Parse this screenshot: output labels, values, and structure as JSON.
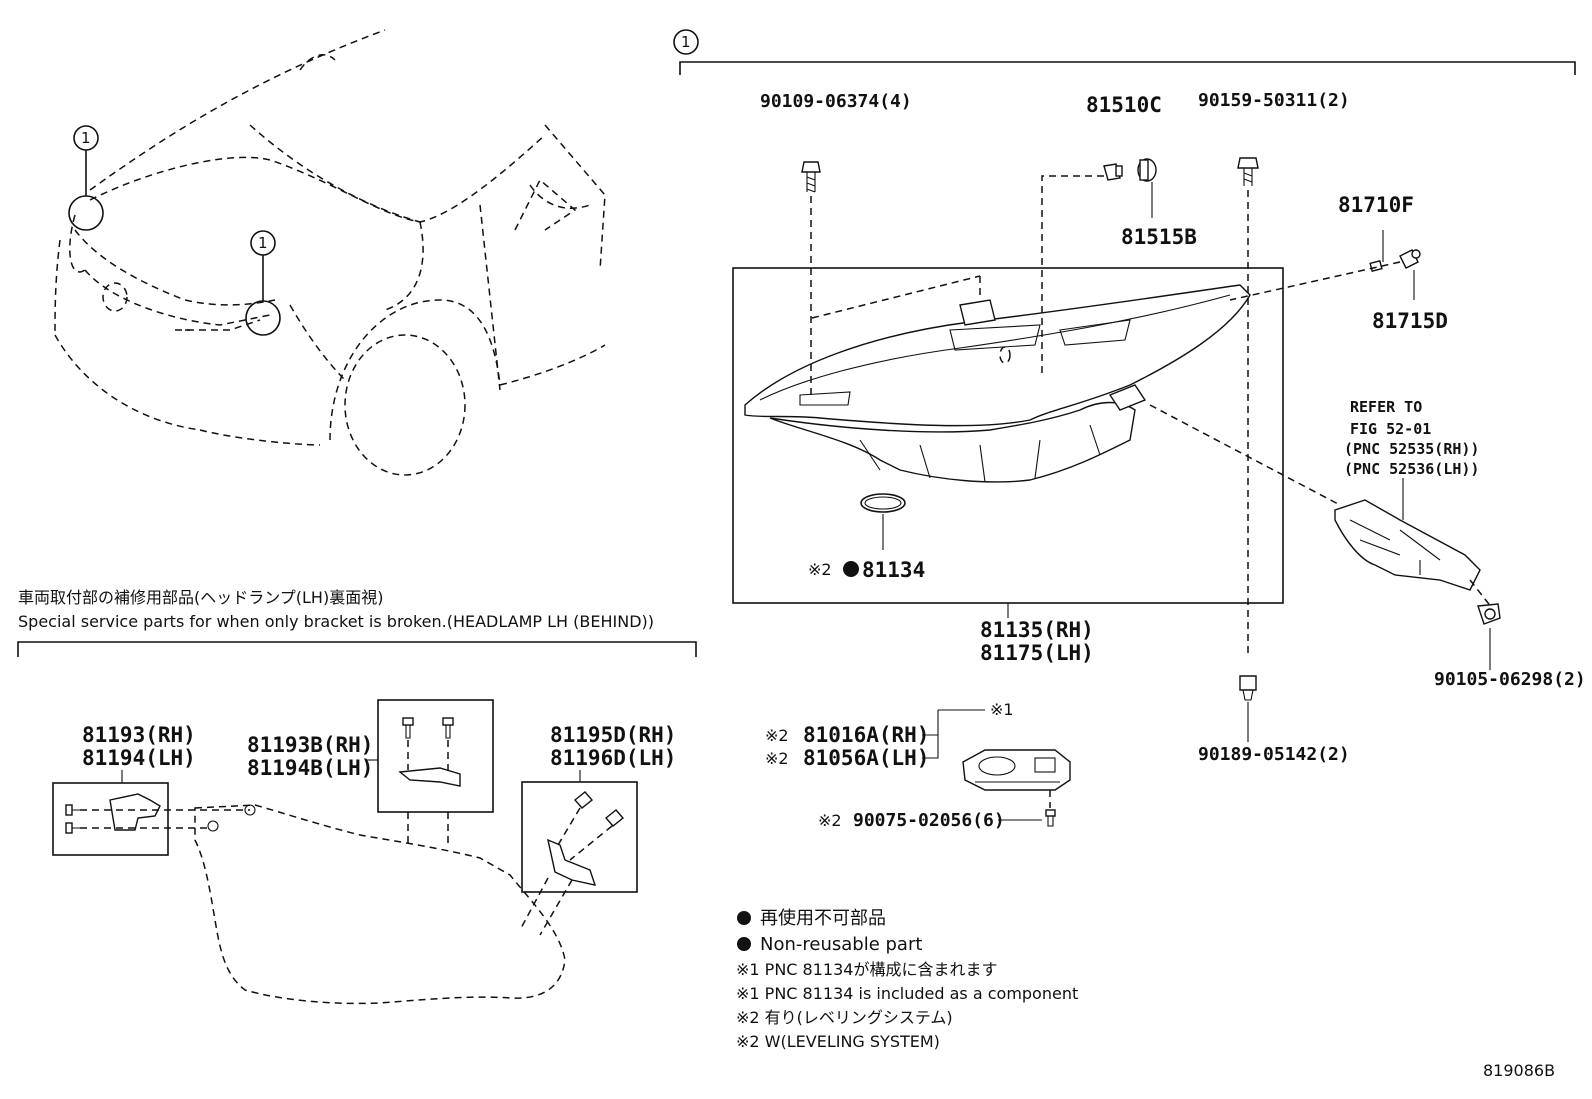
{
  "callout_number": "1",
  "parts": {
    "bolt_90109": "90109-06374(4)",
    "socket_81510c": "81510C",
    "bulb_81515b": "81515B",
    "screw_90159": "90159-50311(2)",
    "socket_81710f": "81710F",
    "bulb_81715d": "81715D",
    "refer_line1": "REFER TO",
    "refer_line2": "FIG 52-01",
    "refer_line3": "(PNC 52535(RH))",
    "refer_line4": "(PNC 52536(LH))",
    "gasket_prefix": "※2",
    "gasket_81134": "81134",
    "headlamp_rh": "81135(RH)",
    "headlamp_lh": "81175(LH)",
    "bolt_90105": "90105-06298(2)",
    "nut_90189": "90189-05142(2)",
    "computer_ref": "※1",
    "computer_rh_prefix": "※2",
    "computer_rh": "81016A(RH)",
    "computer_lh_prefix": "※2",
    "computer_lh": "81056A(LH)",
    "screw_90075_prefix": "※2",
    "screw_90075": "90075-02056(6)",
    "bracket_81193": "81193(RH)",
    "bracket_81194": "81194(LH)",
    "bracket_81193b": "81193B(RH)",
    "bracket_81194b": "81194B(LH)",
    "bracket_81195d": "81195D(RH)",
    "bracket_81196d": "81196D(LH)"
  },
  "service_section": {
    "title_jp": "車両取付部の補修用部品(ヘッドランプ(LH)裏面視)",
    "title_en": "Special service parts for when only bracket is broken.(HEADLAMP LH (BEHIND))"
  },
  "legend": {
    "nonreusable_jp": "再使用不可部品",
    "nonreusable_en": "Non-reusable part",
    "note1_jp": "※1 PNC 81134が構成に含まれます",
    "note1_en": "※1 PNC 81134 is included as a component",
    "note2_jp": "※2 有り(レベリングシステム)",
    "note2_en": "※2 W(LEVELING SYSTEM)"
  },
  "figure_id": "819086B"
}
